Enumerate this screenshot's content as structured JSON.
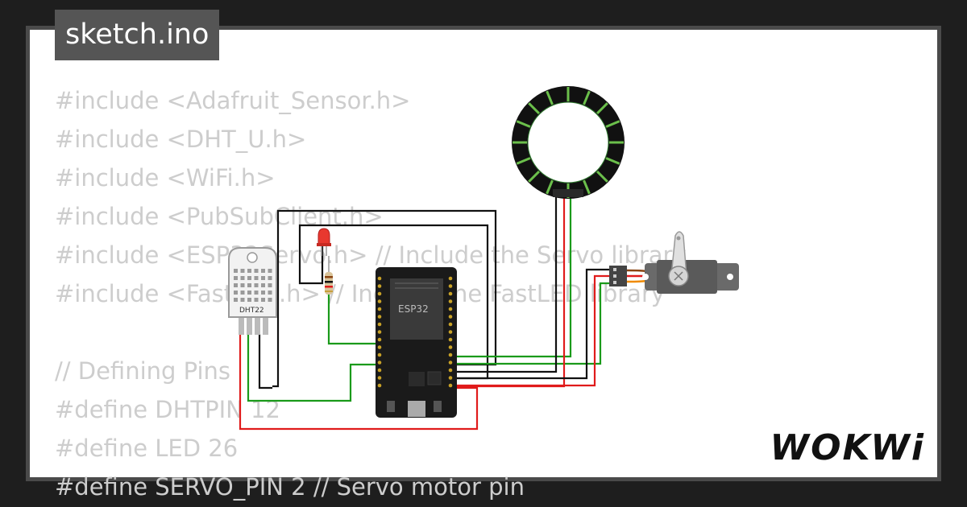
{
  "file_tab": {
    "label": "sketch.ino"
  },
  "code_lines": [
    "#include <Adafruit_Sensor.h>",
    "#include <DHT_U.h>",
    "#include <WiFi.h>",
    "#include <PubSubClient.h>",
    "#include <ESP32Servo.h> // Include the Servo library",
    "#include <FastLED.h> // Include the FastLED library",
    "",
    "// Defining Pins",
    "#define DHTPIN 12",
    "#define LED 26",
    "#define SERVO_PIN 2 // Servo motor pin"
  ],
  "components": {
    "dht_label": "DHT22",
    "esp32_label": "ESP32"
  },
  "brand": {
    "logo_text": "WOKWi"
  },
  "colors": {
    "frame": "#4a4a4a",
    "background": "#1e1e1e",
    "wire_green": "#1a9a1a",
    "wire_red": "#e01b1b",
    "wire_black": "#111111",
    "code_text": "#cdcdcd",
    "board": "#1a1a1a",
    "led": "#e8382f"
  }
}
